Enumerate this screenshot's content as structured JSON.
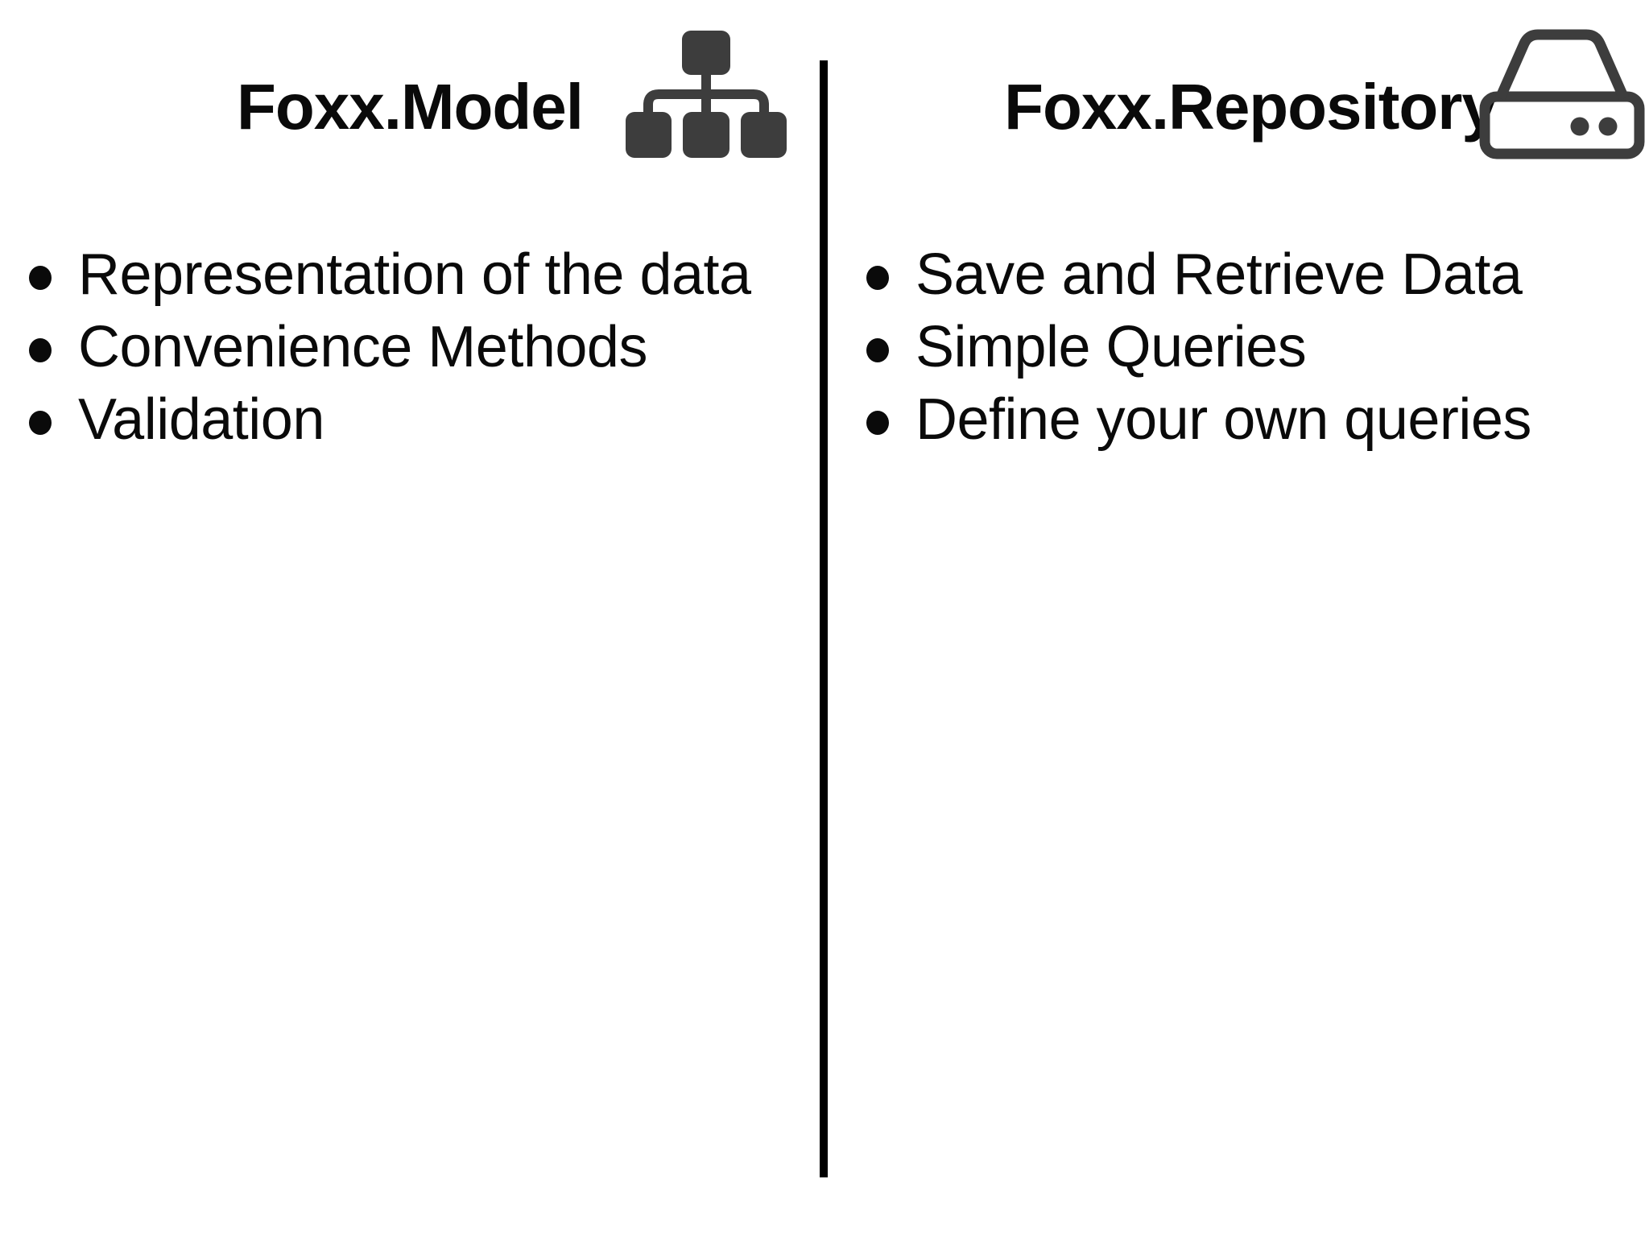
{
  "theme": {
    "background": "#ffffff",
    "text_color": "#0a0a0a",
    "icon_color": "#3d3d3d",
    "divider_color": "#000000"
  },
  "left_panel": {
    "title": "Foxx.Model",
    "icon": "sitemap-icon",
    "bullets": [
      "Representation of the data",
      "Convenience Methods",
      "Validation"
    ]
  },
  "right_panel": {
    "title": "Foxx.Repository",
    "icon": "hard-drive-icon",
    "bullets": [
      "Save and Retrieve Data",
      "Simple Queries",
      "Define your own queries"
    ]
  }
}
